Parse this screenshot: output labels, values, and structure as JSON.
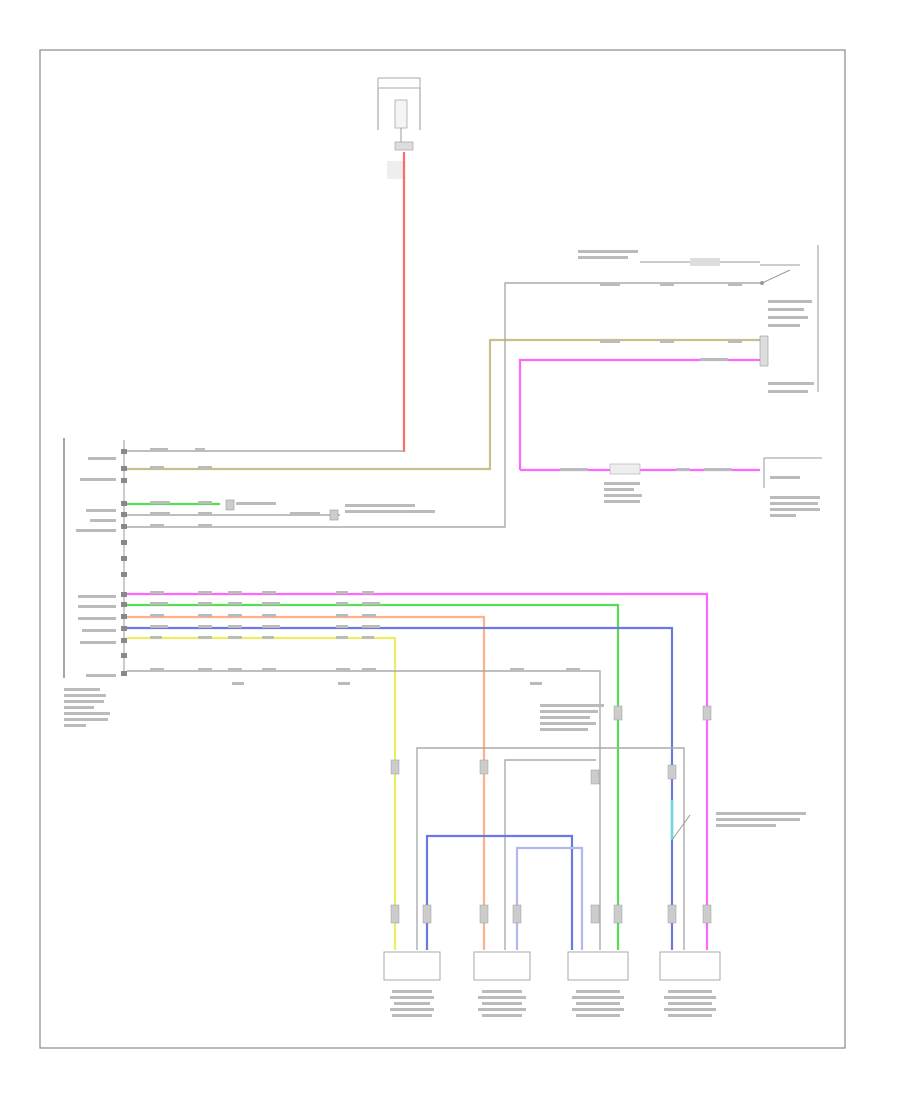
{
  "diagram": {
    "footer_code": "",
    "colors": {
      "red": "#ff6b6b",
      "olive": "#c8c08a",
      "magenta": "#ff66ff",
      "green": "#55dd55",
      "orange": "#ffb088",
      "blue": "#6b78e0",
      "yellow": "#eeee66",
      "gray": "#aaaaaa",
      "teal": "#66dddd"
    },
    "components": [
      {
        "id": "fuse",
        "name": "fuse-block"
      },
      {
        "id": "control_module",
        "name": "control-module"
      },
      {
        "id": "switch_top",
        "name": "switch-upper-right"
      },
      {
        "id": "switch_mid",
        "name": "switch-middle-right"
      },
      {
        "id": "splice",
        "name": "wire-splice"
      },
      {
        "id": "sensor_lf",
        "name": "sensor-left-front"
      },
      {
        "id": "sensor_lr",
        "name": "sensor-left-rear"
      },
      {
        "id": "sensor_rf",
        "name": "sensor-right-front"
      },
      {
        "id": "sensor_rr",
        "name": "sensor-right-rear"
      },
      {
        "id": "dash_switch",
        "name": "switch-lower-right"
      }
    ]
  }
}
